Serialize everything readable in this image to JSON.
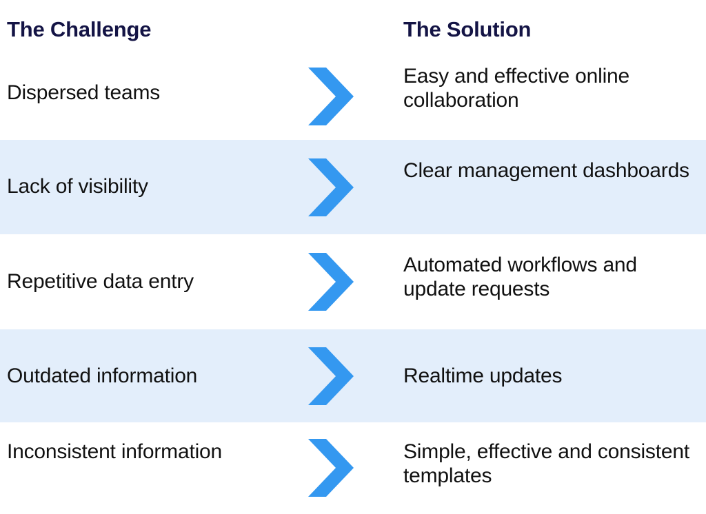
{
  "graphic": {
    "title": "The Challenge vs The Solution comparison table",
    "columns": {
      "left_header": "The Challenge",
      "right_header": "The Solution"
    },
    "colors": {
      "header_text": "#141445",
      "body_text": "#111111",
      "arrow": "#3498f0",
      "band_tint": "#e3eefb",
      "band_plain": "#ffffff"
    },
    "arrow_icon_name": "chevron-right-icon",
    "rows": [
      {
        "challenge": "Dispersed teams",
        "solution": "Easy and effective online collaboration",
        "band": "plain"
      },
      {
        "challenge": "Lack of visibility",
        "solution": "Clear management dashboards",
        "band": "tinted"
      },
      {
        "challenge": "Repetitive data entry",
        "solution": "Automated workflows and update requests",
        "band": "plain"
      },
      {
        "challenge": "Outdated information",
        "solution": "Realtime updates",
        "band": "tinted"
      },
      {
        "challenge": "Inconsistent information",
        "solution": "Simple, effective and consistent templates",
        "band": "plain"
      }
    ]
  }
}
